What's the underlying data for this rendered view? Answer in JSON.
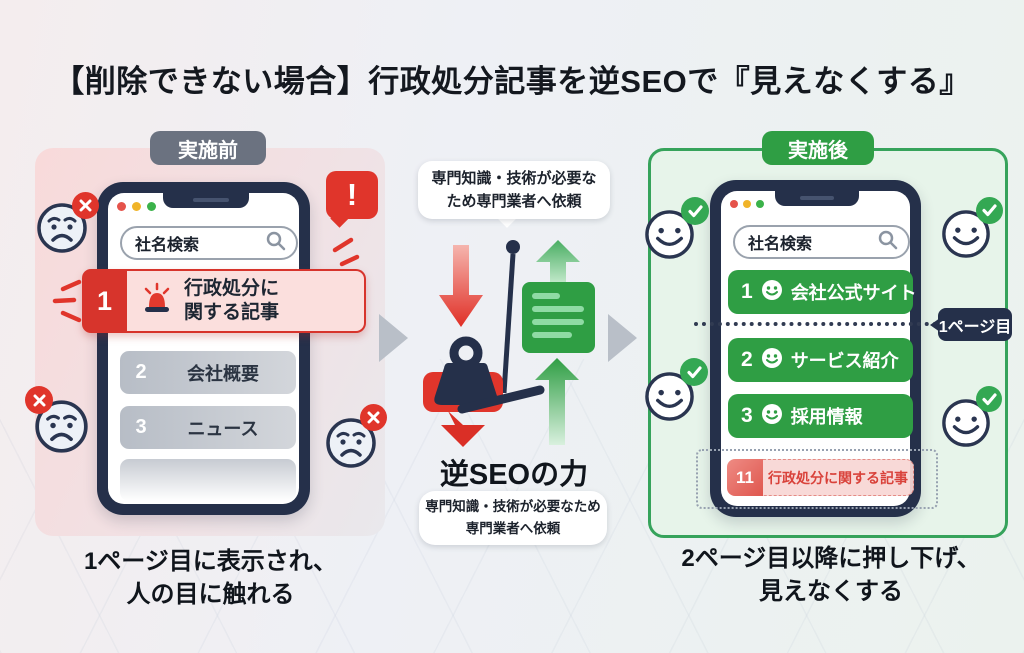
{
  "title": "【削除できない場合】行政処分記事を逆SEOで『見えなくする』",
  "colors": {
    "negative_red": "#E0352B",
    "positive_green": "#2F9E44",
    "phone_navy": "#25304A",
    "badge_gray": "#6B7280",
    "panel_before_pink": "#F8DADA",
    "panel_after_green": "#E7F4EA"
  },
  "before": {
    "badge": "実施前",
    "search_value": "社名検索",
    "warning_mark": "!",
    "results": [
      {
        "rank": "1",
        "label_line1": "行政処分に",
        "label_line2": "関する記事"
      },
      {
        "rank": "2",
        "label": "会社概要"
      },
      {
        "rank": "3",
        "label": "ニュース"
      }
    ],
    "caption_line1": "1ページ目に表示され、",
    "caption_line2": "人の目に触れる"
  },
  "middle": {
    "bubble_top_line1": "専門知識・技術が必要な",
    "bubble_top_line2": "ため専門業者へ依頼",
    "power_label": "逆SEOの力",
    "bubble_bottom_line1": "専門知識・技術が必要なため",
    "bubble_bottom_line2": "専門業者へ依頼"
  },
  "after": {
    "badge": "実施後",
    "search_value": "社名検索",
    "page_tag": "1ページ目",
    "results": [
      {
        "rank": "1",
        "label": "会社公式サイト"
      },
      {
        "rank": "2",
        "label": "サービス紹介"
      },
      {
        "rank": "3",
        "label": "採用情報"
      }
    ],
    "pushed_result": {
      "rank": "11",
      "label": "行政処分に関する記事"
    },
    "caption_line1": "2ページ目以降に押し下げ、",
    "caption_line2": "見えなくする"
  }
}
